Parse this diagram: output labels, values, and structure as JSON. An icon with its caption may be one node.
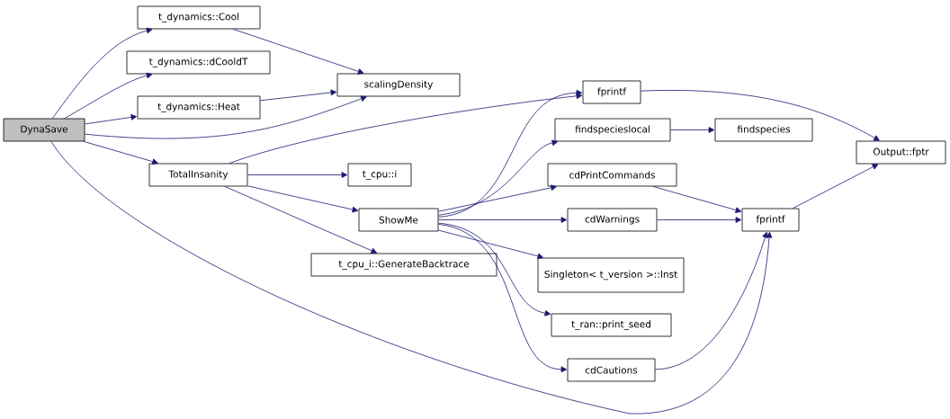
{
  "diagram": {
    "nodes": [
      {
        "text": [
          "DynaSave"
        ]
      },
      {
        "text": [
          "t_dynamics::Cool"
        ]
      },
      {
        "text": [
          "t_dynamics::dCooldT"
        ]
      },
      {
        "text": [
          "t_dynamics::Heat"
        ]
      },
      {
        "text": [
          "scalingDensity"
        ]
      },
      {
        "text": [
          "TotalInsanity"
        ]
      },
      {
        "text": [
          "t_cpu::i"
        ]
      },
      {
        "text": [
          "ShowMe"
        ]
      },
      {
        "text": [
          "t_cpu_i::GenerateBacktrace"
        ]
      },
      {
        "text": [
          "fprintf"
        ]
      },
      {
        "text": [
          "findspecieslocal"
        ]
      },
      {
        "text": [
          "findspecies"
        ]
      },
      {
        "text": [
          "cdPrintCommands"
        ]
      },
      {
        "text": [
          "cdWarnings"
        ]
      },
      {
        "text": [
          "Singleton< t_version >::Inst"
        ]
      },
      {
        "text": [
          "t_ran::print_seed"
        ]
      },
      {
        "text": [
          "cdCautions"
        ]
      },
      {
        "text": [
          "fprintf"
        ]
      },
      {
        "text": [
          "Output::fptr"
        ]
      }
    ],
    "edges": [
      {
        "from": 0,
        "to": 1,
        "arrow": "to"
      },
      {
        "from": 0,
        "to": 2,
        "arrow": "to"
      },
      {
        "from": 0,
        "to": 3,
        "arrow": "to"
      },
      {
        "from": 0,
        "to": 4,
        "arrow": "to"
      },
      {
        "from": 0,
        "to": 5,
        "arrow": "to"
      },
      {
        "from": 0,
        "to": 17,
        "arrow": "to"
      },
      {
        "from": 1,
        "to": 4,
        "arrow": "to"
      },
      {
        "from": 3,
        "to": 4,
        "arrow": "to"
      },
      {
        "from": 5,
        "to": 9,
        "arrow": "to"
      },
      {
        "from": 5,
        "to": 6,
        "arrow": "to"
      },
      {
        "from": 5,
        "to": 7,
        "arrow": "to"
      },
      {
        "from": 5,
        "to": 8,
        "arrow": "to"
      },
      {
        "from": 7,
        "to": 9,
        "arrow": "to"
      },
      {
        "from": 7,
        "to": 10,
        "arrow": "to"
      },
      {
        "from": 7,
        "to": 12,
        "arrow": "to"
      },
      {
        "from": 7,
        "to": 13,
        "arrow": "to"
      },
      {
        "from": 7,
        "to": 14,
        "arrow": "to"
      },
      {
        "from": 7,
        "to": 15,
        "arrow": "to"
      },
      {
        "from": 7,
        "to": 16,
        "arrow": "to"
      },
      {
        "from": 10,
        "to": 11,
        "arrow": "to"
      },
      {
        "from": 12,
        "to": 17,
        "arrow": "to"
      },
      {
        "from": 13,
        "to": 17,
        "arrow": "to"
      },
      {
        "from": 16,
        "to": 17,
        "arrow": "to"
      },
      {
        "from": 9,
        "to": 18,
        "arrow": "to"
      },
      {
        "from": 17,
        "to": 18,
        "arrow": "to"
      }
    ]
  }
}
